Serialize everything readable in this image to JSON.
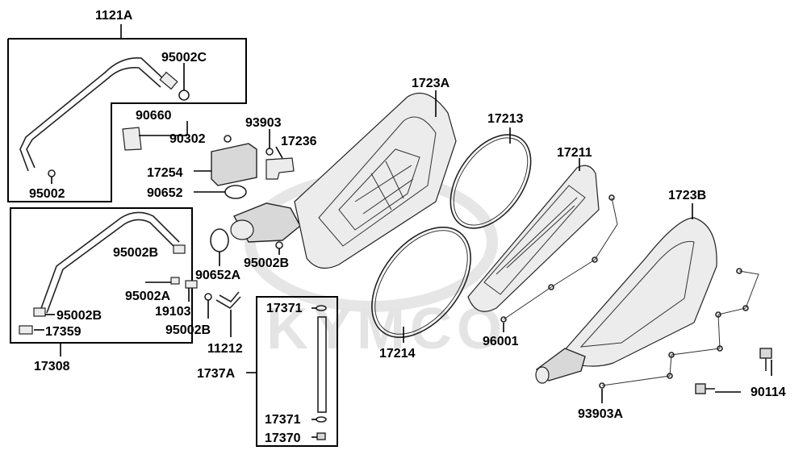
{
  "watermark": "KYMCO",
  "labels": {
    "l1121A": "1121A",
    "l95002C": "95002C",
    "l95002": "95002",
    "l90660": "90660",
    "l90302": "90302",
    "l93903": "93903",
    "l17236": "17236",
    "l17254": "17254",
    "l90652": "90652",
    "l1723A": "1723A",
    "l17213": "17213",
    "l17211": "17211",
    "l1723B": "1723B",
    "l95002B_a": "95002B",
    "l95002B_b": "95002B",
    "l95002B_c": "95002B",
    "l95002B_d": "95002B",
    "l17359": "17359",
    "l17308": "17308",
    "l90652A": "90652A",
    "l95002A": "95002A",
    "l19103": "19103",
    "l11212": "11212",
    "l1737A": "1737A",
    "l17371_a": "17371",
    "l17371_b": "17371",
    "l17370": "17370",
    "l17214": "17214",
    "l96001": "96001",
    "l90114": "90114",
    "l93903A": "93903A"
  }
}
